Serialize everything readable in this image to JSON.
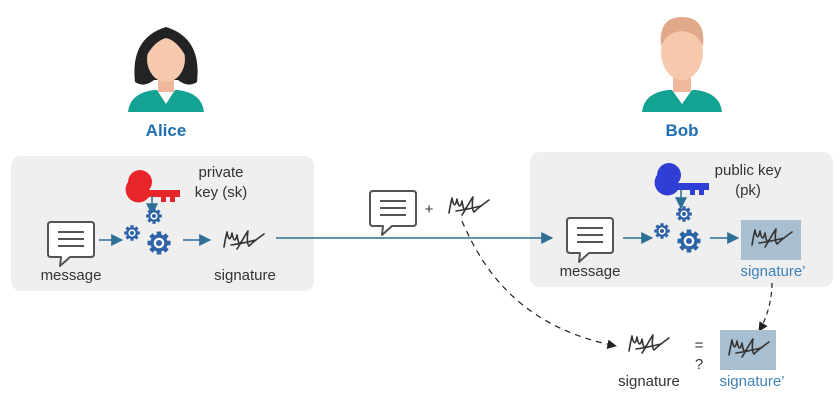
{
  "alice": {
    "name": "Alice",
    "key_label_line1": "private",
    "key_label_line2": "key (sk)",
    "message_label": "message",
    "signature_label": "signature"
  },
  "bob": {
    "name": "Bob",
    "key_label_line1": "public key",
    "key_label_line2": "(pk)",
    "message_label": "message",
    "signature_label": "signature’"
  },
  "transmission": {
    "plus": "+"
  },
  "comparison": {
    "equals": "=",
    "question": "?",
    "signature_label": "signature",
    "signature_prime_label": "signature’"
  },
  "colors": {
    "panel": "#efefef",
    "arrow": "#2e6f95",
    "private_key": "#e8262a",
    "public_key": "#2f3fd6",
    "gear": "#2f63a8",
    "name_text": "#1f6fb2",
    "highlight": "#a7bfd0",
    "teal_shirt": "#14a392"
  },
  "icons": [
    "alice-avatar-icon",
    "bob-avatar-icon",
    "private-key-icon",
    "public-key-icon",
    "message-icon",
    "gears-icon",
    "signature-icon"
  ]
}
